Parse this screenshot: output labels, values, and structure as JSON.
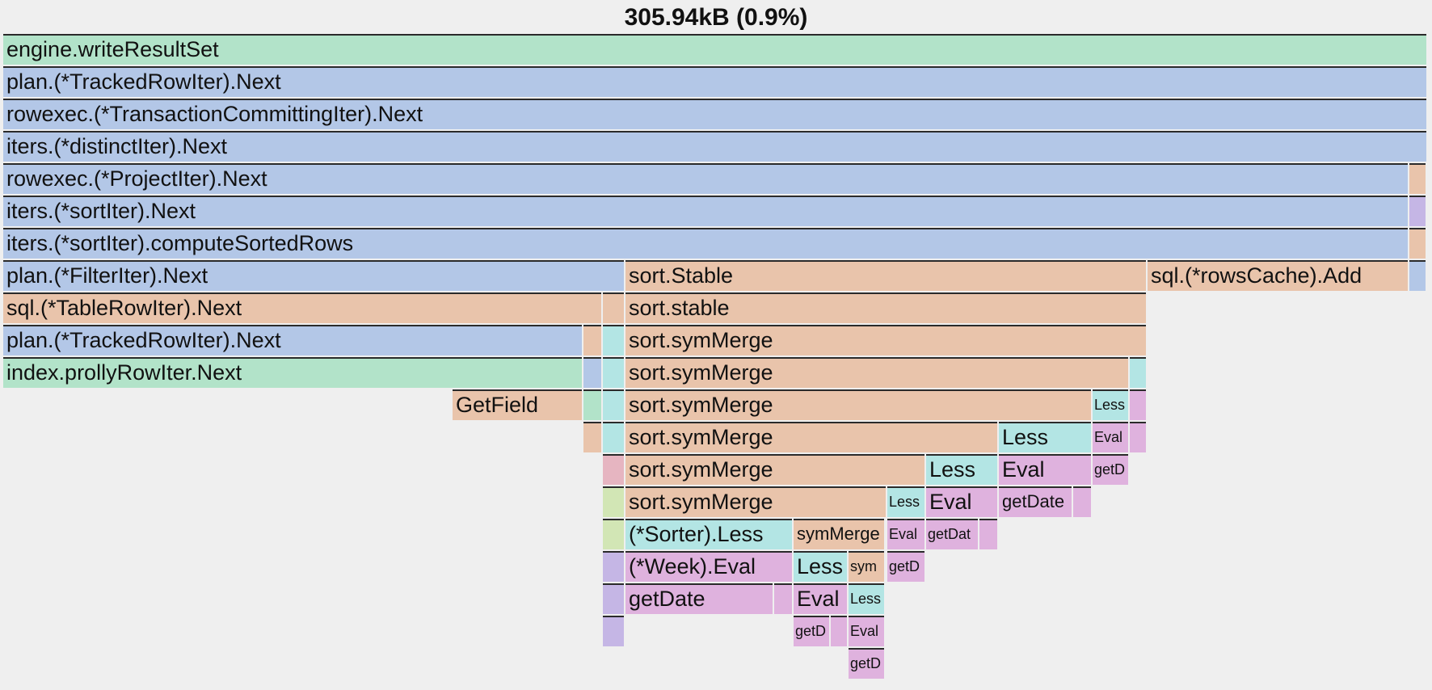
{
  "title": "305.94kB (0.9%)",
  "colors": {
    "green": "#b2e3c9",
    "blue": "#b3c7e7",
    "peach": "#e9c4ab",
    "cyan": "#b3e5e4",
    "pink": "#dfb2de",
    "lavender": "#c5b6e5",
    "lime": "#d2e6b5",
    "rose": "#e6b5c1",
    "background": "#efefef",
    "border": "#2a2a2a"
  },
  "frames": {
    "engine_writeresultset": "engine.writeResultSet",
    "plan_trackedrowiter_1": "plan.(*TrackedRowIter).Next",
    "rowexec_transactioncommittingiter": "rowexec.(*TransactionCommittingIter).Next",
    "iters_distinctiter": "iters.(*distinctIter).Next",
    "rowexec_projectiter": "rowexec.(*ProjectIter).Next",
    "iters_sortiter_next": "iters.(*sortIter).Next",
    "iters_sortiter_computesortedrows": "iters.(*sortIter).computeSortedRows",
    "plan_filteriter": "plan.(*FilterIter).Next",
    "sort_stable_upper": "sort.Stable",
    "sql_rowscache_add": "sql.(*rowsCache).Add",
    "sql_tablerowiter": "sql.(*TableRowIter).Next",
    "sort_stable_lower": "sort.stable",
    "plan_trackedrowiter_2": "plan.(*TrackedRowIter).Next",
    "sort_symmerge_1": "sort.symMerge",
    "index_prollyrowiter": "index.prollyRowIter.Next",
    "sort_symmerge_2": "sort.symMerge",
    "getfield": "GetField",
    "sort_symmerge_3": "sort.symMerge",
    "less_a": "Less",
    "sort_symmerge_4": "sort.symMerge",
    "less_b": "Less",
    "eval_a": "Eval",
    "sort_symmerge_5": "sort.symMerge",
    "less_c": "Less",
    "eval_b": "Eval",
    "getd_a": "getD",
    "sort_symmerge_6": "sort.symMerge",
    "less_d": "Less",
    "eval_c": "Eval",
    "getdate_a": "getDate",
    "sorter_less": "(*Sorter).Less",
    "symmerge_small": "symMerge",
    "eval_d": "Eval",
    "getdat_a": "getDat",
    "week_eval": "(*Week).Eval",
    "less_e": "Less",
    "sym_small": "sym",
    "getd_b": "getD",
    "getdate_b": "getDate",
    "eval_e": "Eval",
    "less_f": "Less",
    "getd_c": "getD",
    "eval_f": "Eval",
    "getd_d": "getD"
  }
}
